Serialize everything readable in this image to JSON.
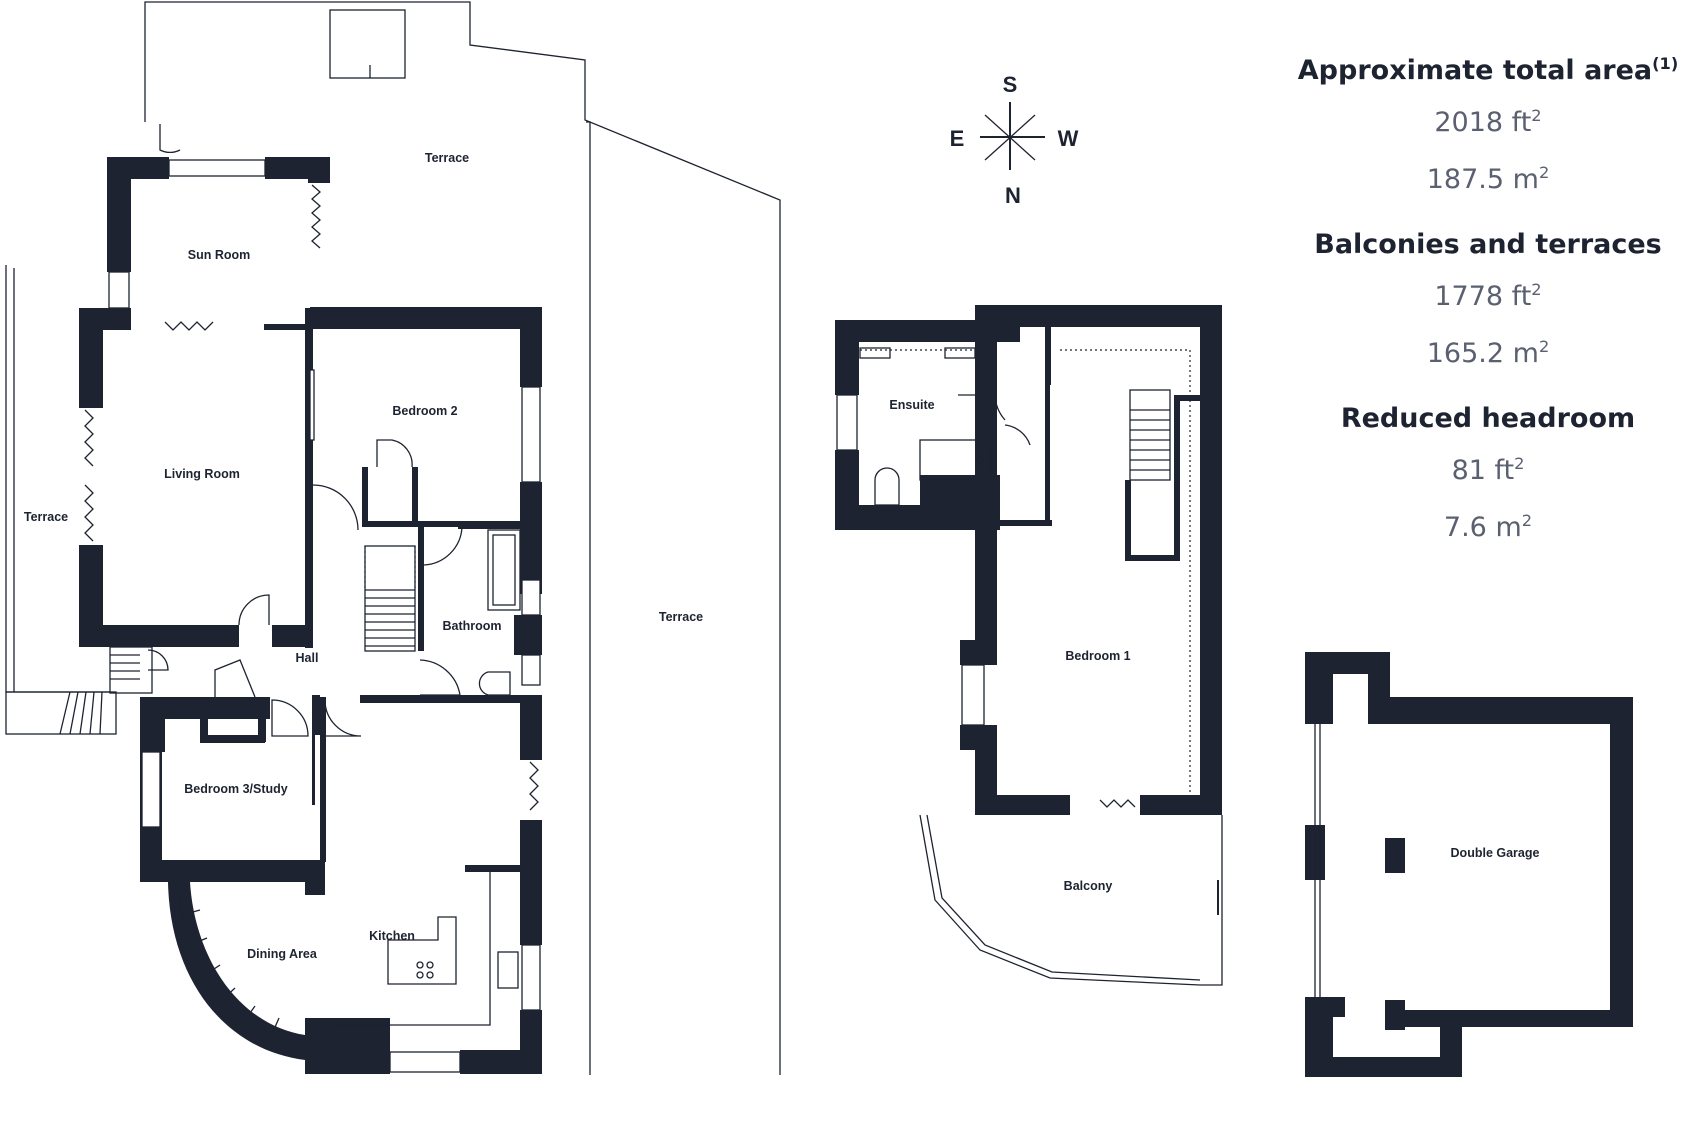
{
  "compass": {
    "top": "S",
    "left": "E",
    "right": "W",
    "bottom": "N"
  },
  "rooms": {
    "terrace_top": "Terrace",
    "sun_room": "Sun Room",
    "living_room": "Living Room",
    "terrace_left": "Terrace",
    "bedroom_2": "Bedroom 2",
    "hall": "Hall",
    "bathroom": "Bathroom",
    "bedroom_3": "Bedroom 3/Study",
    "dining_area": "Dining Area",
    "kitchen": "Kitchen",
    "terrace_mid": "Terrace",
    "ensuite": "Ensuite",
    "bedroom_1": "Bedroom 1",
    "balcony": "Balcony",
    "double_garage": "Double Garage"
  },
  "summary": {
    "total": {
      "heading": "Approximate total area",
      "note": "(1)",
      "ft_value": "2018 ft",
      "m_value": "187.5 m",
      "exp": "2"
    },
    "balconies": {
      "heading": "Balconies and terraces",
      "ft_value": "1778 ft",
      "m_value": "165.2 m",
      "exp": "2"
    },
    "headroom": {
      "heading": "Reduced headroom",
      "ft_value": "81 ft",
      "m_value": "7.6 m",
      "exp": "2"
    }
  }
}
